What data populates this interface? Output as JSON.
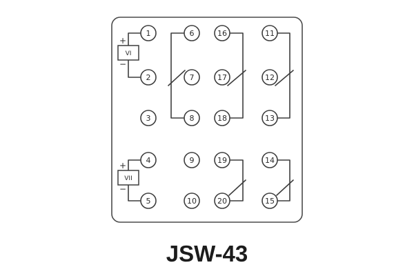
{
  "title": "JSW-43",
  "terminals": {
    "t1": "1",
    "t2": "2",
    "t3": "3",
    "t4": "4",
    "t5": "5",
    "t6": "6",
    "t7": "7",
    "t8": "8",
    "t9": "9",
    "t10": "10",
    "t11": "11",
    "t12": "12",
    "t13": "13",
    "t14": "14",
    "t15": "15",
    "t16": "16",
    "t17": "17",
    "t18": "18",
    "t19": "19",
    "t20": "20"
  },
  "coils": {
    "top": {
      "label": "VI",
      "plus": "+",
      "minus": "−"
    },
    "bottom": {
      "label": "VII",
      "plus": "+",
      "minus": "−"
    }
  },
  "colors": {
    "line": "#3d3d3d",
    "background": "#ffffff",
    "title": "#1c1c1c"
  }
}
